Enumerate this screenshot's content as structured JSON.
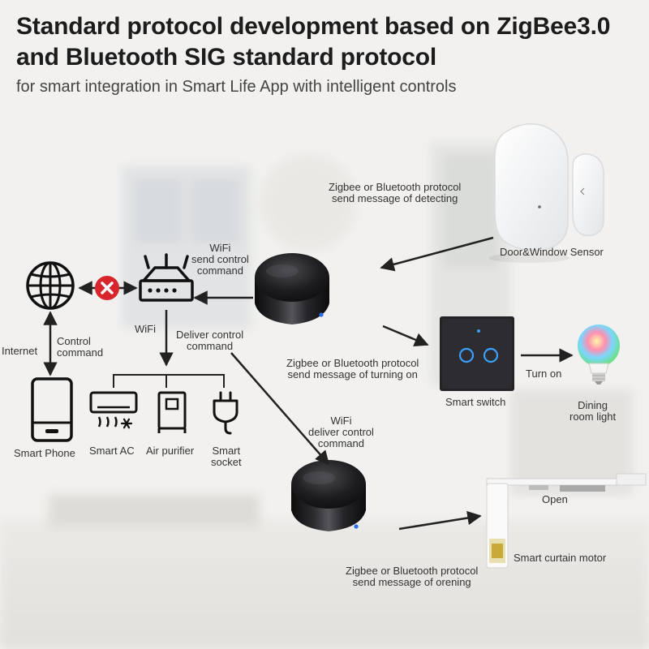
{
  "header": {
    "title_line1": "Standard protocol development based on ZigBee3.0",
    "title_line2": "and Bluetooth SIG standard protocol",
    "subtitle": "for smart integration in Smart Life App with intelligent controls"
  },
  "labels": {
    "internet": "Internet",
    "control_command": [
      "Control",
      "command"
    ],
    "wifi_router": "WiFi",
    "wifi_send": [
      "WiFi",
      "send control",
      "command"
    ],
    "deliver_control": [
      "Deliver control",
      "command"
    ],
    "wifi_deliver": [
      "WiFi",
      "deliver control",
      "command"
    ],
    "zigbee_detecting": [
      "Zigbee or Bluetooth protocol",
      "send message of detecting"
    ],
    "zigbee_turning": [
      "Zigbee or Bluetooth protocol",
      "send message of turning on"
    ],
    "zigbee_opening": [
      "Zigbee or Bluetooth protocol",
      "send message of orening"
    ],
    "door_window_sensor": "Door&Window Sensor",
    "smart_switch": "Smart switch",
    "turn_on": "Turn on",
    "dining_light": [
      "Dining",
      "room light"
    ],
    "open": "Open",
    "curtain_motor": "Smart curtain motor",
    "smart_phone": "Smart Phone",
    "smart_ac": "Smart AC",
    "air_purifier": "Air purifier",
    "smart_socket": [
      "Smart",
      "socket"
    ]
  },
  "icons": {
    "globe": "globe-icon",
    "blocked": "blocked-x-icon",
    "router": "wifi-router-icon",
    "phone": "smart-phone-icon",
    "ac": "air-conditioner-icon",
    "purifier": "air-purifier-icon",
    "socket": "plug-icon"
  },
  "colors": {
    "blocked_red": "#d9242b",
    "hub_body": "#1a1a1c",
    "indicator_blue": "#2a6cf0",
    "switch_ring": "#3aa0ff",
    "arrow": "#222222"
  }
}
